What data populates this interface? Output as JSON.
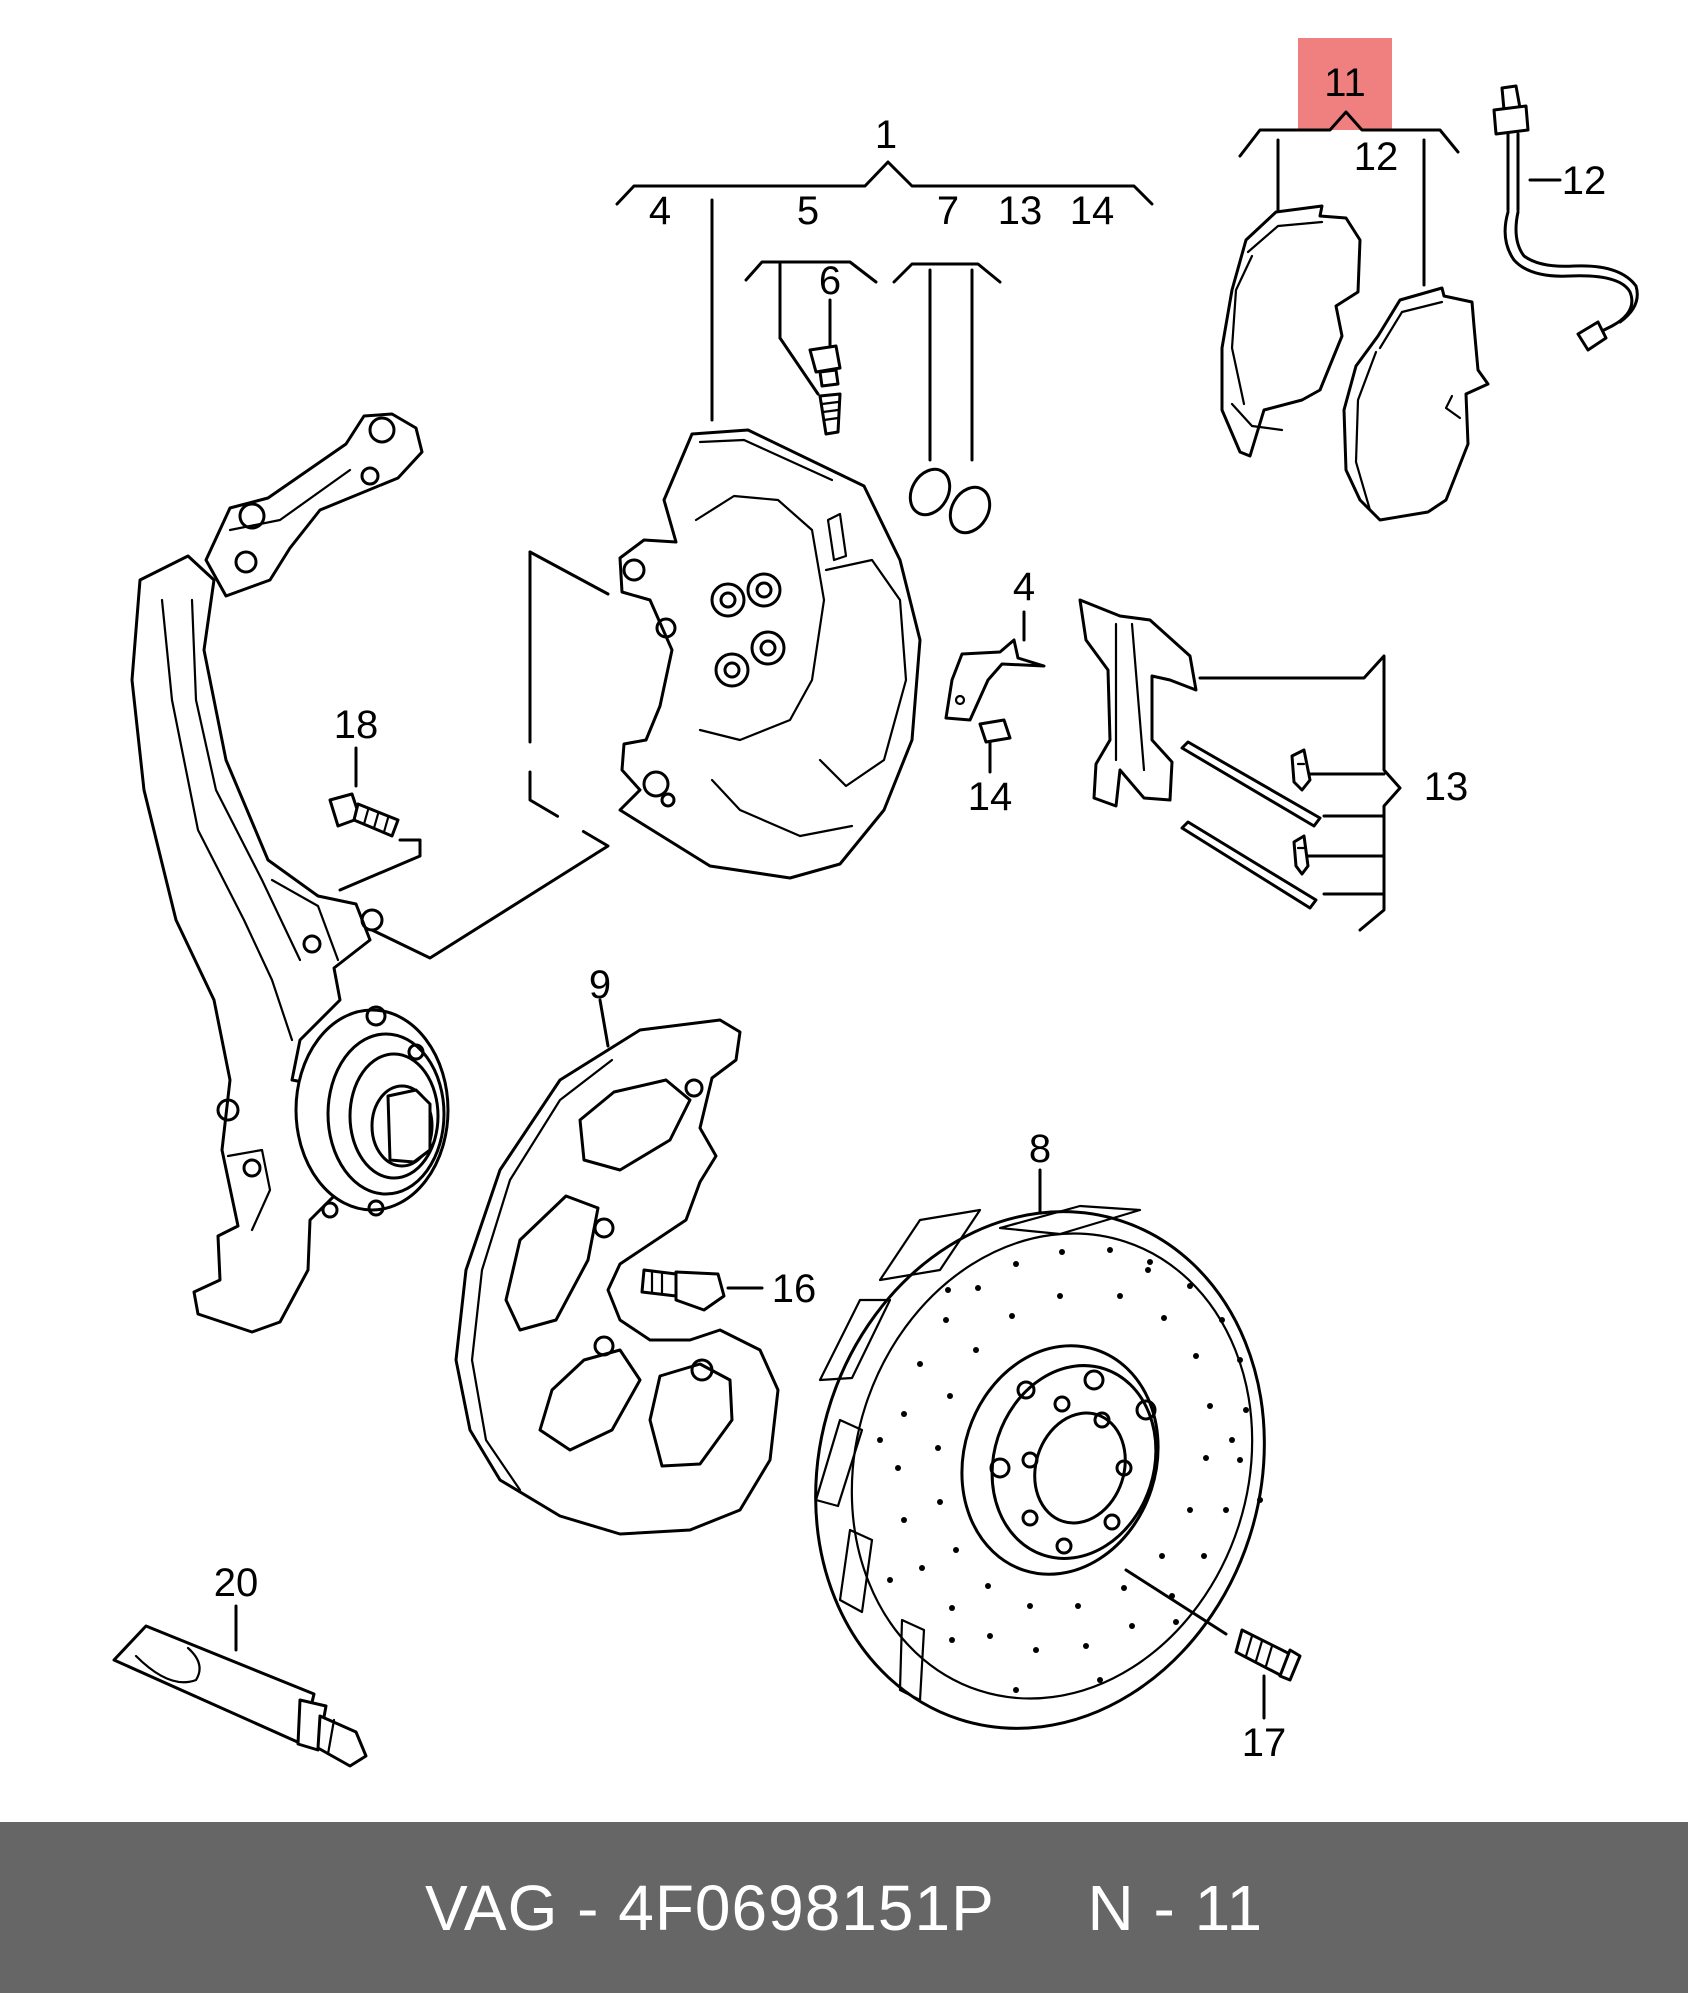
{
  "colors": {
    "highlight": "#f08080",
    "footer_background": "#666666",
    "footer_text": "#ffffff",
    "line": "#000000"
  },
  "callouts": {
    "c1": "1",
    "c4a": "4",
    "c5": "5",
    "c6": "6",
    "c7": "7",
    "c13a": "13",
    "c14a": "14",
    "c11": "11",
    "c12a": "12",
    "c12b": "12",
    "c4b": "4",
    "c14b": "14",
    "c13b": "13",
    "c18": "18",
    "c9": "9",
    "c8": "8",
    "c16": "16",
    "c20": "20",
    "c17": "17"
  },
  "footer": {
    "text": "VAG - 4F0698151P     N - 11"
  }
}
